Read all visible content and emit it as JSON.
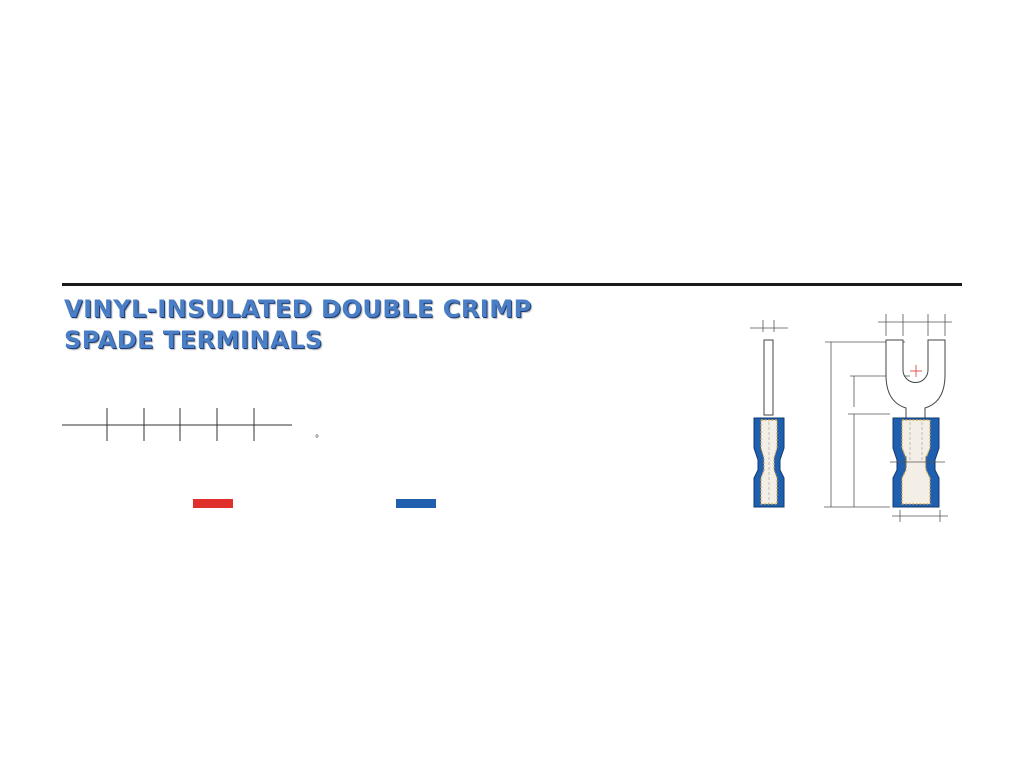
{
  "title": {
    "line1": "VINYL-INSULATED DOUBLE CRIMP",
    "line2": "SPADE TERMINALS"
  },
  "degree_mark": "°",
  "colors": {
    "title": "#4a7fc6",
    "title_shadow": "#1d3d78",
    "swatch_red": "#e0302b",
    "swatch_blue": "#1f5fae",
    "insulation": "#1f5fb0",
    "barrel_tint": "#d9a441"
  },
  "color_swatches": [
    {
      "name": "red",
      "color": "#e0302b"
    },
    {
      "name": "blue",
      "color": "#1f5fae"
    }
  ],
  "diagram": {
    "views": [
      "side-view",
      "front-view"
    ],
    "icon": "spade-terminal-dimension-drawing"
  }
}
